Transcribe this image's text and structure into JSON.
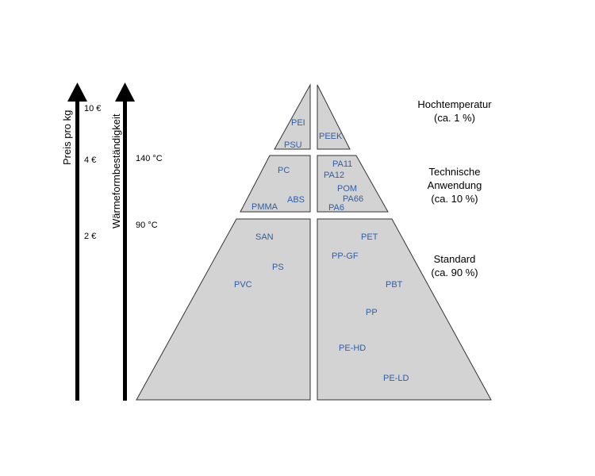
{
  "colors": {
    "segment_fill": "#d3d3d3",
    "segment_stroke": "#333333",
    "polymer_text": "#2e5fa8",
    "arrow": "#000000"
  },
  "axes": {
    "price": {
      "title": "Preis pro kg",
      "ticks": [
        "10 €",
        "4 €",
        "2 €"
      ]
    },
    "heat": {
      "title": "Wärmeformbeständigkeit",
      "ticks": [
        "140 °C",
        "90 °C"
      ]
    }
  },
  "tiers": {
    "top": {
      "name": "Hochtemperatur",
      "share": "(ca. 1 %)",
      "left_polymers": [
        "PEI",
        "PSU"
      ],
      "right_polymers": [
        "PEEK"
      ]
    },
    "middle": {
      "name_line1": "Technische",
      "name_line2": "Anwendung",
      "share": "(ca. 10 %)",
      "left_polymers": [
        "PC",
        "ABS",
        "PMMA"
      ],
      "right_polymers": [
        "PA11",
        "PA12",
        "POM",
        "PA66",
        "PA6"
      ]
    },
    "bottom": {
      "name": "Standard",
      "share": "(ca. 90 %)",
      "left_polymers": [
        "SAN",
        "PS",
        "PVC"
      ],
      "right_polymers": [
        "PET",
        "PP-GF",
        "PBT",
        "PP",
        "PE-HD",
        "PE-LD"
      ]
    }
  }
}
